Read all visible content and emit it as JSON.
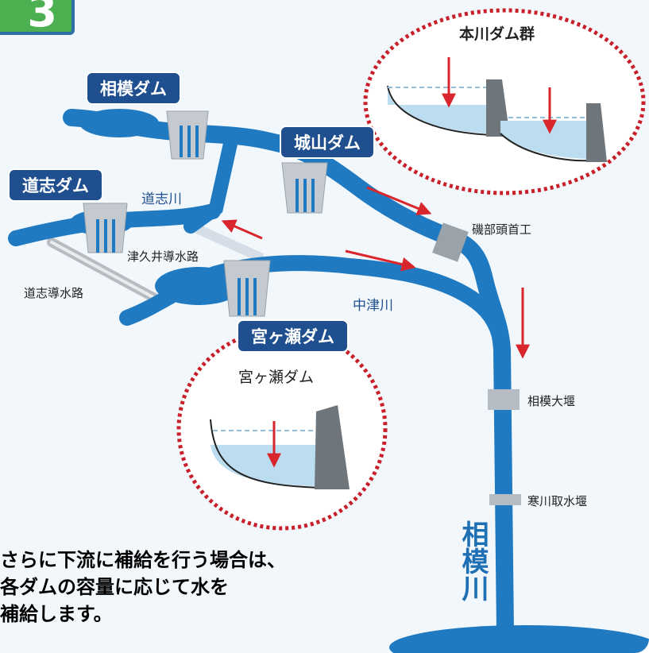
{
  "step_number": "3",
  "dams": {
    "sagami": "相模ダム",
    "shiroyama": "城山ダム",
    "doshi": "道志ダム",
    "miyagase": "宮ヶ瀬ダム"
  },
  "labels": {
    "doshi_river": "道志川",
    "tsukui_channel": "津久井導水路",
    "doshi_channel": "道志導水路",
    "nakatsu_river": "中津川",
    "isobe_weir": "磯部頭首工",
    "sagami_weir": "相模大堰",
    "samukawa_weir": "寒川取水堰",
    "sagami_river": "相模川"
  },
  "circles": {
    "honsen_title": "本川ダム群",
    "miyagase_title": "宮ヶ瀬ダム"
  },
  "caption": {
    "line1": "さらに下流に補給を行う場合は、",
    "line2": "各ダムの容量に応じて水を",
    "line3": "補給します。"
  },
  "colors": {
    "river": "#1f7ac2",
    "dam_tag": "#1f4f8f",
    "arrow": "#d8262c",
    "dotted_circle": "#c8202a",
    "reservoir": "#bcdcf0",
    "step_badge": "#4caf50"
  }
}
